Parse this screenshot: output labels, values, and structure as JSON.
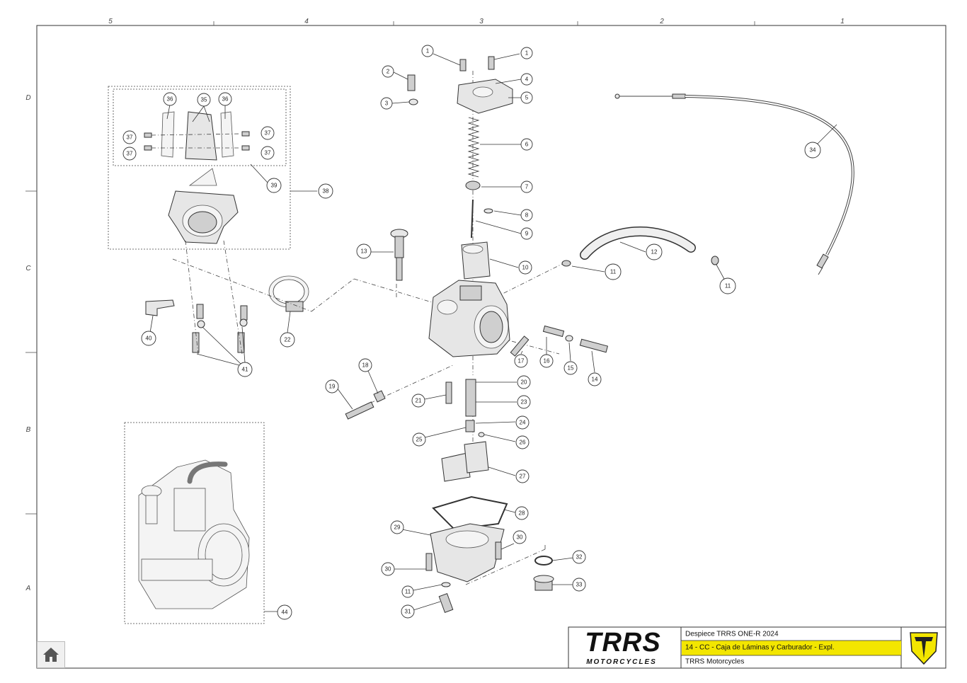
{
  "sheet": {
    "zones_top": [
      "5",
      "4",
      "3",
      "2",
      "1"
    ],
    "zones_left": [
      "D",
      "C",
      "B",
      "A"
    ]
  },
  "title_block": {
    "logo_main": "TRRS",
    "logo_sub": "MOTORCYCLES",
    "line1": "Despiece TRRS ONE-R 2024",
    "line2": "14 - CC - Caja de Láminas y Carburador - Expl.",
    "line3": "TRRS Motorcycles",
    "highlight_color": "#f3e600",
    "brand_color": "#111111"
  },
  "callouts": [
    "1",
    "1",
    "2",
    "3",
    "4",
    "5",
    "6",
    "7",
    "8",
    "9",
    "10",
    "11",
    "11",
    "12",
    "13",
    "14",
    "15",
    "16",
    "17",
    "18",
    "19",
    "20",
    "21",
    "22",
    "23",
    "24",
    "25",
    "26",
    "27",
    "28",
    "29",
    "30",
    "30",
    "31",
    "32",
    "33",
    "34",
    "36",
    "35",
    "36",
    "37",
    "37",
    "37",
    "37",
    "38",
    "39",
    "40",
    "41",
    "44",
    "11",
    "30"
  ],
  "icons": {
    "home": "home-icon",
    "brand": "trrs-shield-icon"
  }
}
